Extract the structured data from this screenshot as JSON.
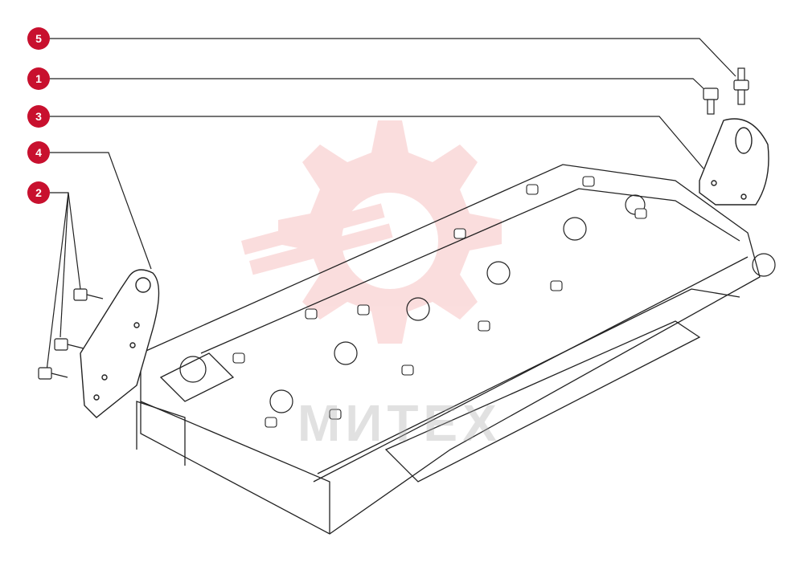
{
  "diagram": {
    "callouts": [
      {
        "id": "c5",
        "label": "5",
        "part": "stud-bolt"
      },
      {
        "id": "c1",
        "label": "1",
        "part": "flange-bolt"
      },
      {
        "id": "c3",
        "label": "3",
        "part": "rear-lifting-bracket"
      },
      {
        "id": "c4",
        "label": "4",
        "part": "front-lifting-bracket"
      },
      {
        "id": "c2",
        "label": "2",
        "part": "bracket-bolts"
      }
    ],
    "watermark_text": "МИТЕХ",
    "colors": {
      "callout": "#c8102e",
      "line": "#222222",
      "watermark": "#e84a4a"
    }
  }
}
